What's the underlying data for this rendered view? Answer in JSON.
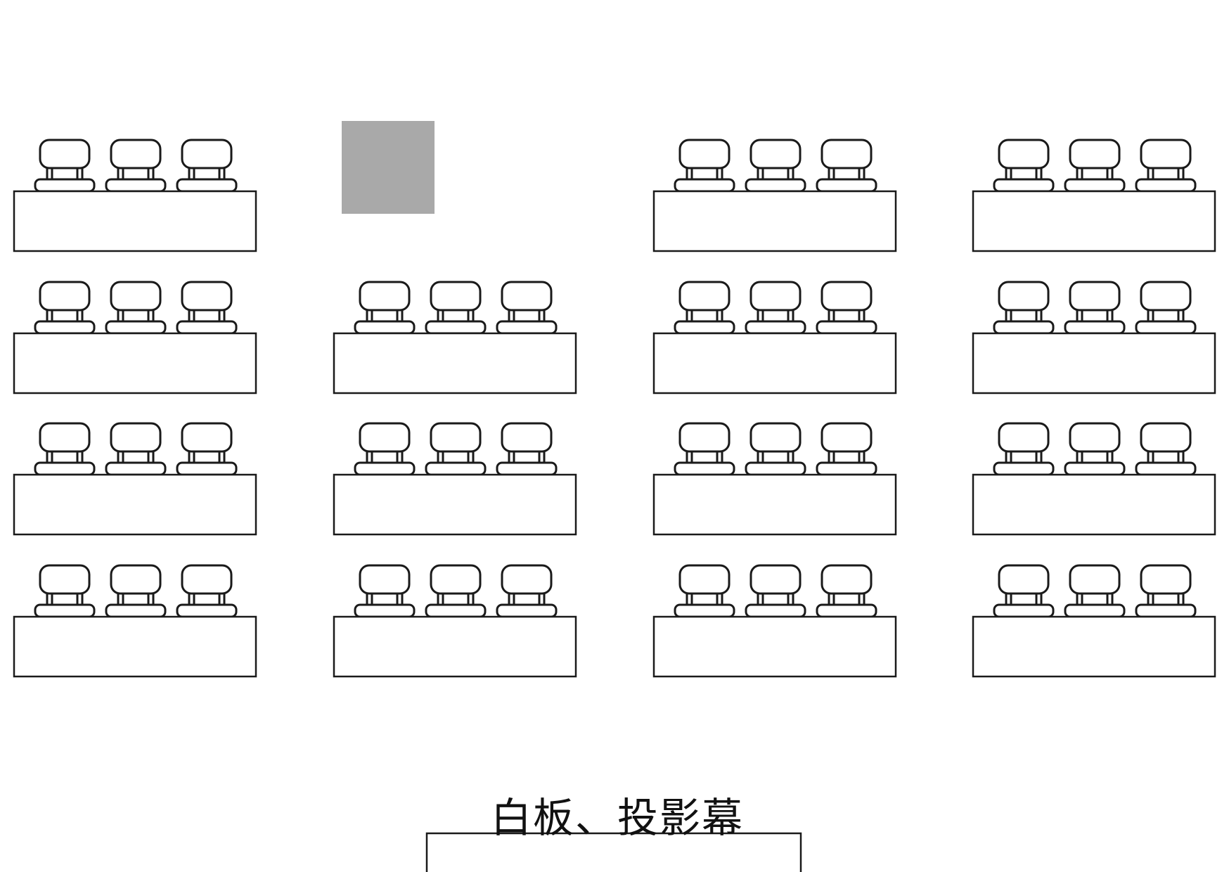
{
  "room": {
    "rows": 4,
    "columns": 4,
    "chairs_per_desk": 3,
    "empty_desks": [
      {
        "row": 0,
        "col": 1
      }
    ],
    "empty_marker_color": "#a9a9a9",
    "line_color": "#1a1a1a"
  },
  "whiteboard": {
    "label": "白板、投影幕"
  }
}
